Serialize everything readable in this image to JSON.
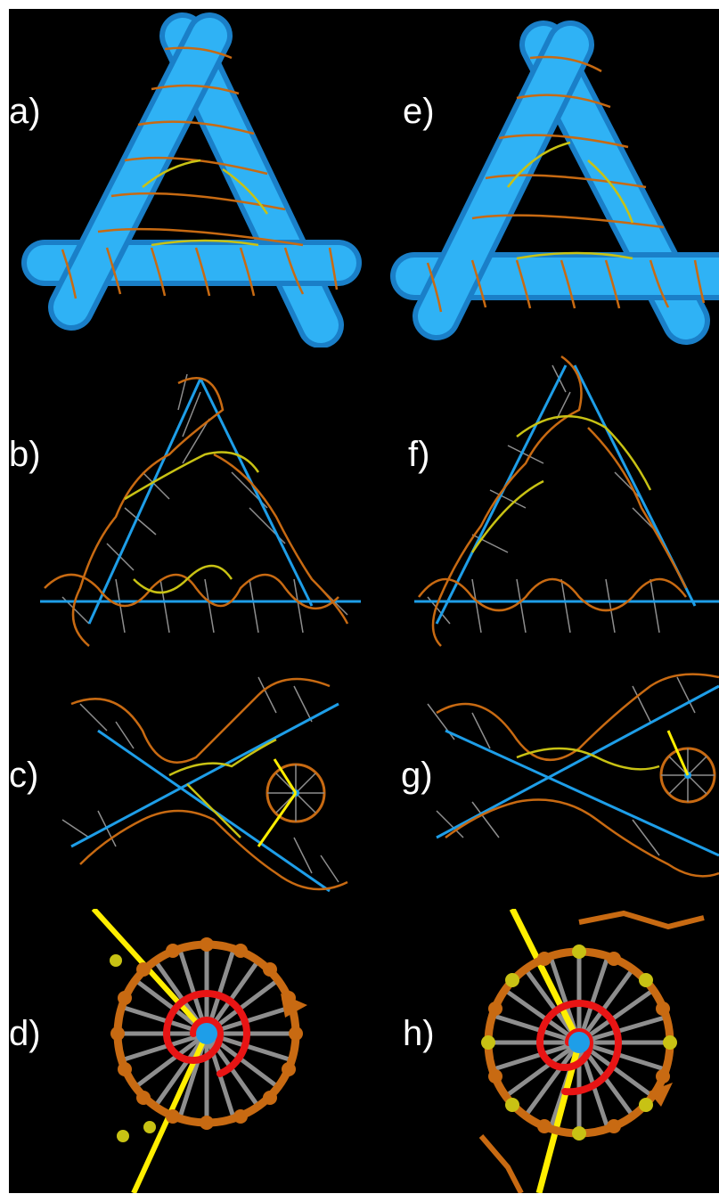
{
  "panels": [
    {
      "label": "a)"
    },
    {
      "label": "b)"
    },
    {
      "label": "c)"
    },
    {
      "label": "d)"
    },
    {
      "label": "e)"
    },
    {
      "label": "f)"
    },
    {
      "label": "g)"
    },
    {
      "label": "h)"
    }
  ],
  "colors": {
    "background": "#000000",
    "helix_axis": "#1e9ee8",
    "strand_brown": "#c86a12",
    "strand_yellow": "#c8c214",
    "base_pair": "#8e8e8e",
    "yellow_rod": "#ffee00",
    "spiral": "#e81414",
    "label": "#ffffff"
  },
  "icons": [
    "arrowhead-icon"
  ]
}
